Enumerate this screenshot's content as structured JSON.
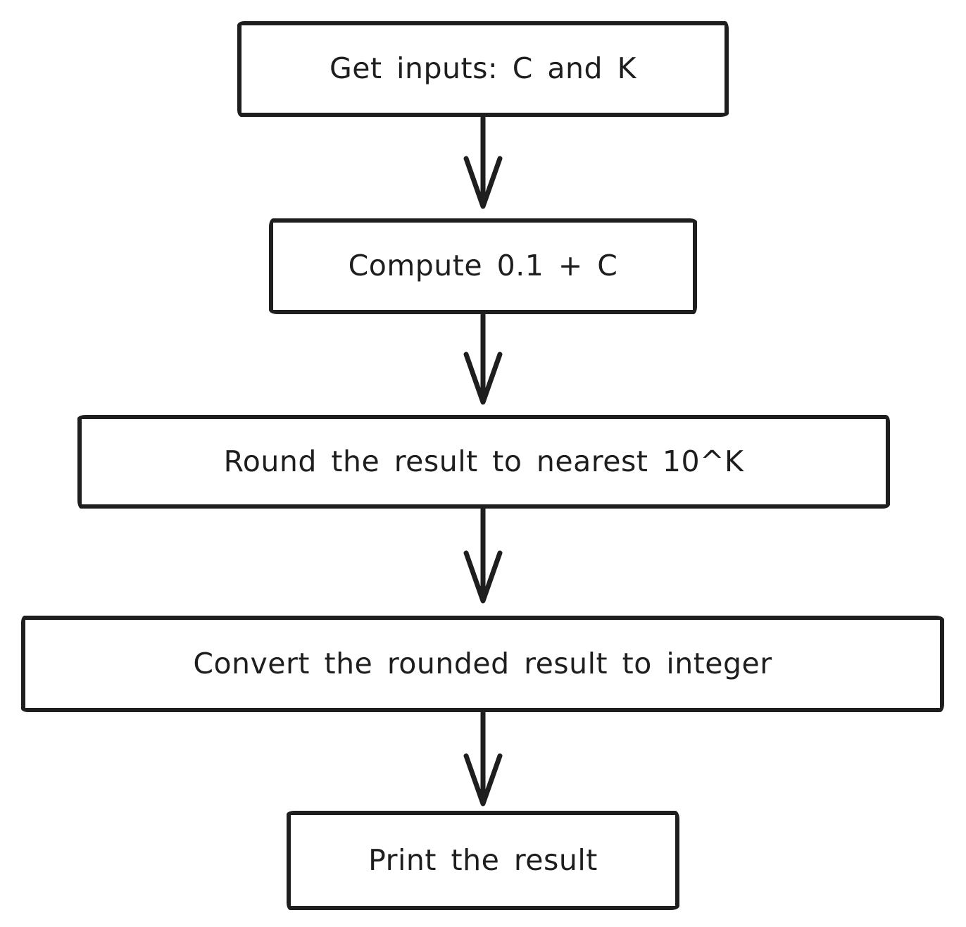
{
  "page": {
    "background_color": "#ffffff"
  },
  "diagram": {
    "type": "flowchart",
    "direction": "top-down",
    "style": "hand-drawn",
    "stroke_color": "#1e1e1e",
    "node_fill_color": "#ffffff",
    "nodes": [
      {
        "id": "get-inputs",
        "label": "Get inputs: C and K"
      },
      {
        "id": "compute-sum",
        "label": "Compute 0.1 + C"
      },
      {
        "id": "round-result",
        "label": "Round the result to nearest 10^K"
      },
      {
        "id": "convert-integer",
        "label": "Convert the rounded result to integer"
      },
      {
        "id": "print-result",
        "label": "Print the result"
      }
    ],
    "edges": [
      {
        "from": "get-inputs",
        "to": "compute-sum",
        "arrow": "down"
      },
      {
        "from": "compute-sum",
        "to": "round-result",
        "arrow": "down"
      },
      {
        "from": "round-result",
        "to": "convert-integer",
        "arrow": "down"
      },
      {
        "from": "convert-integer",
        "to": "print-result",
        "arrow": "down"
      }
    ]
  }
}
